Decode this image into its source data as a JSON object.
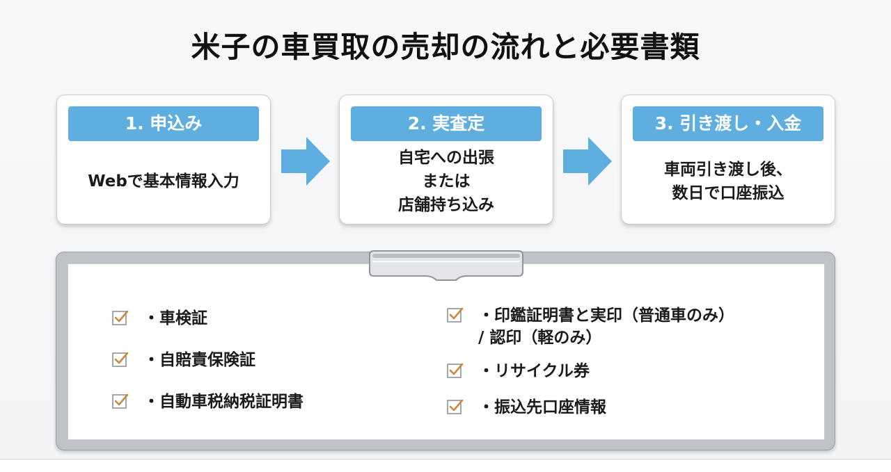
{
  "title": "米子の車買取の売却の流れと必要書類",
  "colors": {
    "step_header": "#5eaee0",
    "arrow": "#5eaee0",
    "check": "#c98a3a"
  },
  "steps": [
    {
      "label": "1. 申込み",
      "body": "Webで基本情報入力"
    },
    {
      "label": "2. 実査定",
      "body": "自宅への出張\nまたは\n店舗持ち込み"
    },
    {
      "label": "3. 引き渡し・入金",
      "body": "車両引き渡し後、\n数日で口座振込"
    }
  ],
  "documents": {
    "left": [
      "・車検証",
      "・自賠責保険証",
      "・自動車税納税証明書"
    ],
    "right": [
      "・印鑑証明書と実印（普通車のみ）\n/ 認印（軽のみ）",
      "・リサイクル券",
      "・振込先口座情報"
    ]
  }
}
